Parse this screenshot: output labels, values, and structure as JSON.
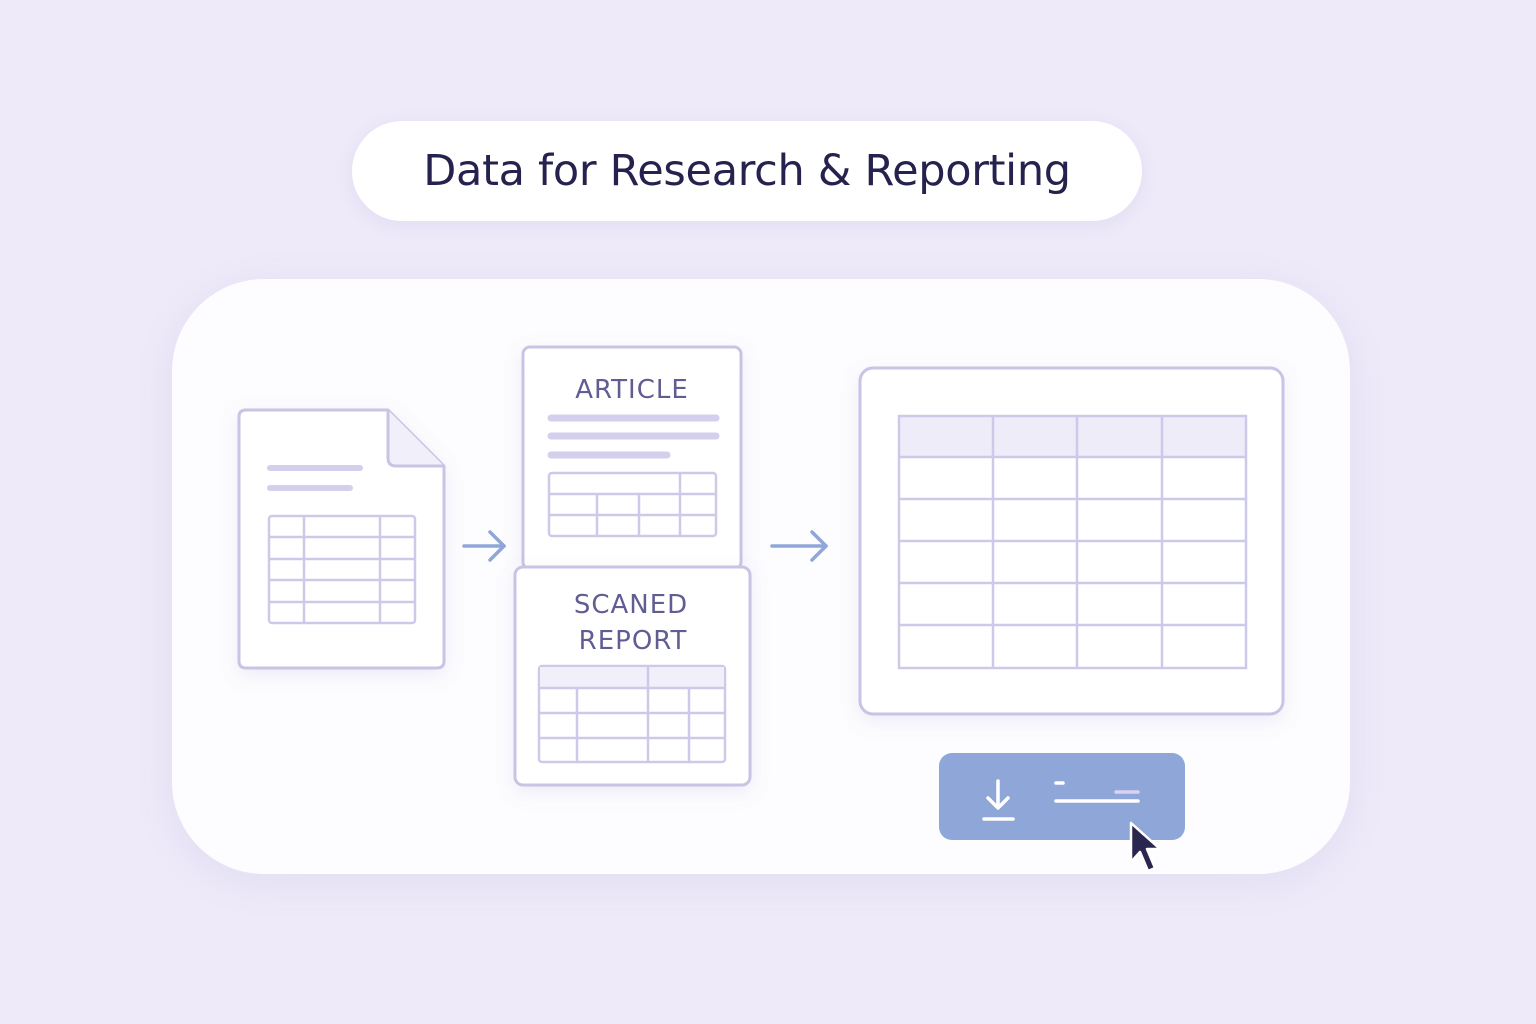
{
  "title": "Data for Research & Reporting",
  "cards": {
    "article": {
      "label": "ARTICLE"
    },
    "scanned_report": {
      "line1": "SCANED",
      "line2": "REPORT"
    }
  },
  "icons": {
    "arrows": [
      "arrow-right-icon",
      "arrow-right-icon"
    ],
    "download": "download-icon",
    "cursor": "mouse-cursor-icon"
  },
  "colors": {
    "background": "#eeeaf9",
    "panel": "#fdfdff",
    "outline": "#c9c4e4",
    "accent": "#8ea7d8",
    "text": "#25224e",
    "label": "#615d93"
  }
}
